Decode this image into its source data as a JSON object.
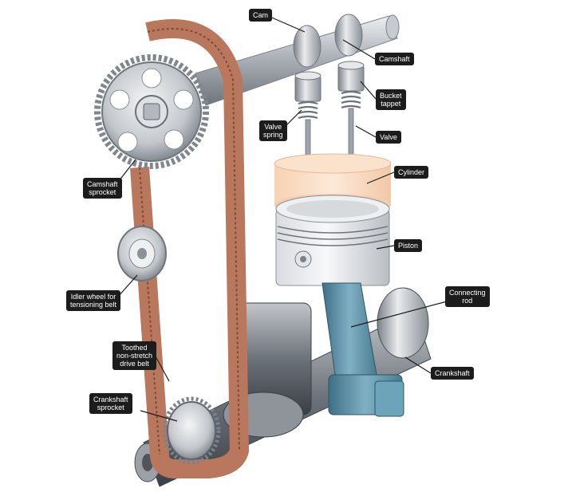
{
  "colors": {
    "belt": "#b9785e",
    "metal": "#c9ccd1",
    "cylinder": "#f6d6bc",
    "rod": "#5e8fa3",
    "label_bg": "#1c1c1c"
  },
  "labels": {
    "cam": "Cam",
    "camshaft": "Camshaft",
    "bucket_tappet": "Bucket\ntappet",
    "valve_spring": "Valve\nspring",
    "valve": "Valve",
    "cylinder": "Cylinder",
    "camshaft_sprocket": "Camshaft\nsprocket",
    "piston": "Piston",
    "idler_wheel": "Idler wheel for\ntensioning belt",
    "connecting_rod": "Connecting\nrod",
    "toothed_belt": "Toothed\nnon-stretch\ndrive belt",
    "crankshaft": "Crankshaft",
    "crankshaft_sprocket": "Crankshaft\nsprocket"
  }
}
